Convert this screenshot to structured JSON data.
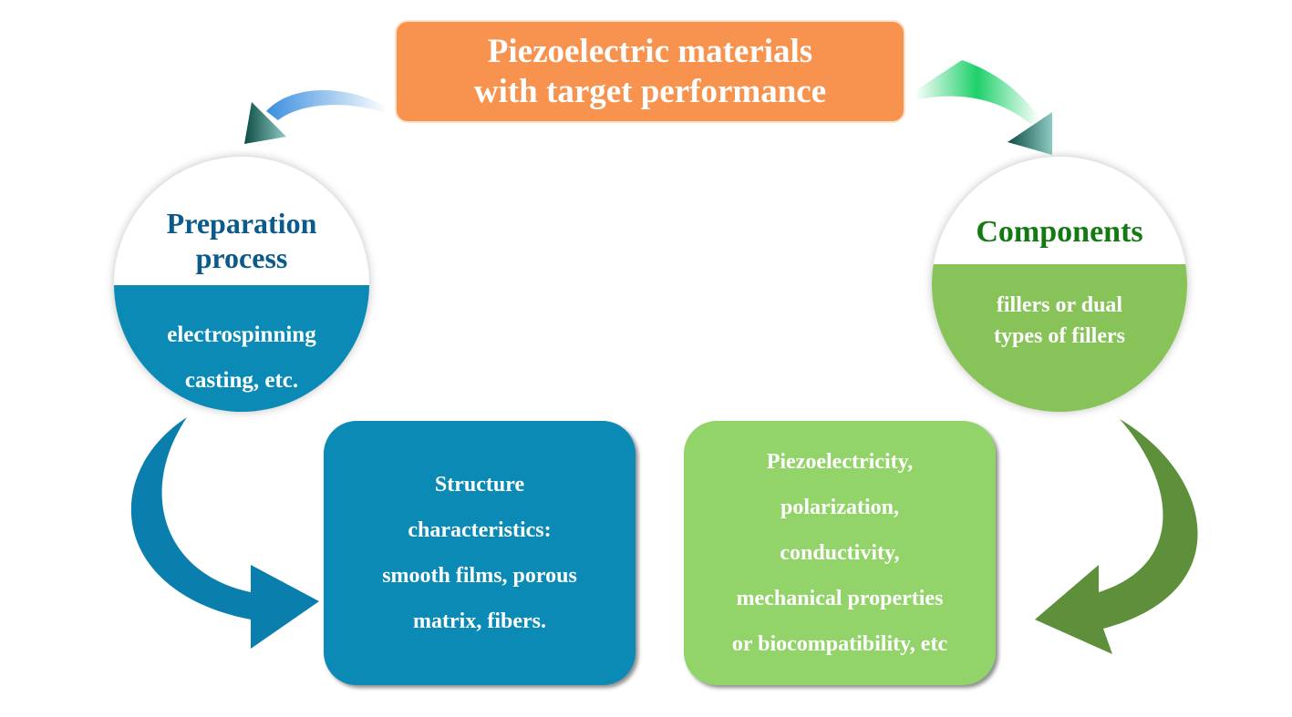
{
  "title": {
    "line1": "Piezoelectric materials",
    "line2": "with target performance"
  },
  "preparation": {
    "title_line1": "Preparation",
    "title_line2": "process",
    "item1": "electrospinning",
    "item2": "casting, etc."
  },
  "components": {
    "title": "Components",
    "line1": "fillers or dual",
    "line2": "types of fillers"
  },
  "structure_box": {
    "lines": [
      "Structure",
      "characteristics:",
      "smooth films, porous",
      "matrix, fibers."
    ]
  },
  "properties_box": {
    "lines": [
      "Piezoelectricity,",
      "polarization,",
      "conductivity,",
      "mechanical properties",
      "or biocompatibility, etc"
    ]
  },
  "colors": {
    "orange": "#f8934f",
    "blue": "#0a8ab5",
    "green": "#93d46a",
    "dark_green": "#5e8f3a",
    "navy_text": "#0b5a8c"
  }
}
